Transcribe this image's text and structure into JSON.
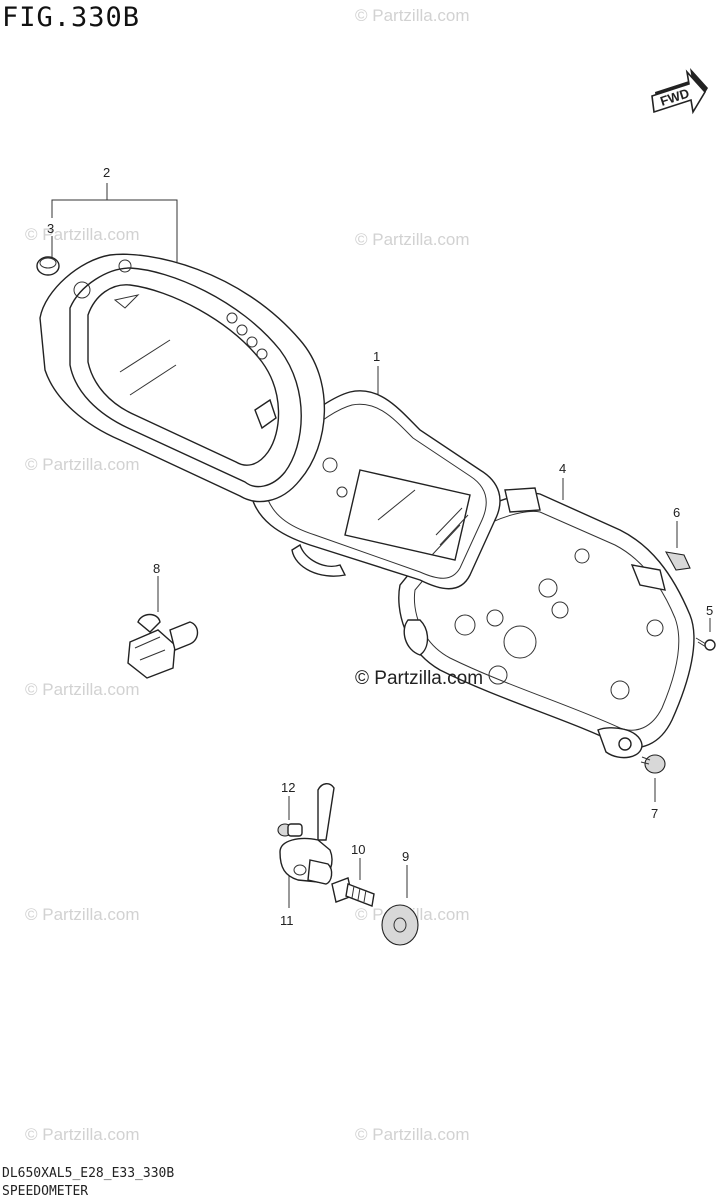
{
  "figure": {
    "title": "FIG.330B",
    "footer_code": "DL650XAL5_E28_E33_330B",
    "footer_name": "SPEEDOMETER",
    "credit": "© Partzilla.com",
    "watermark": "© Partzilla.com",
    "direction_badge": "FWD"
  },
  "callouts": {
    "c1": "1",
    "c2": "2",
    "c3": "3",
    "c4": "4",
    "c5": "5",
    "c6": "6",
    "c7": "7",
    "c8": "8",
    "c9": "9",
    "c10": "10",
    "c11": "11",
    "c12": "12"
  }
}
